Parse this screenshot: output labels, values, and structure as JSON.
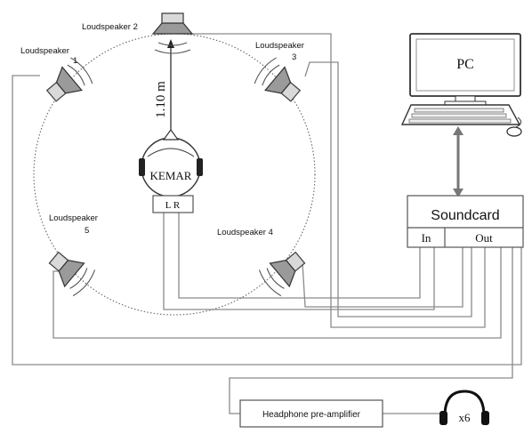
{
  "labels": {
    "speaker1_name": "Loudspeaker",
    "speaker1_num": "1",
    "speaker2": "Loudspeaker 2",
    "speaker3_name": "Loudspeaker",
    "speaker3_num": "3",
    "speaker4": "Loudspeaker  4",
    "speaker5_name": "Loudspeaker",
    "speaker5_num": "5",
    "distance": "1.10 m",
    "kemar": "KEMAR",
    "lr": "L  R",
    "pc": "PC",
    "soundcard": "Soundcard",
    "in": "In",
    "out": "Out",
    "preamp": "Headphone pre-amplifier",
    "headphones_count": "x6"
  }
}
